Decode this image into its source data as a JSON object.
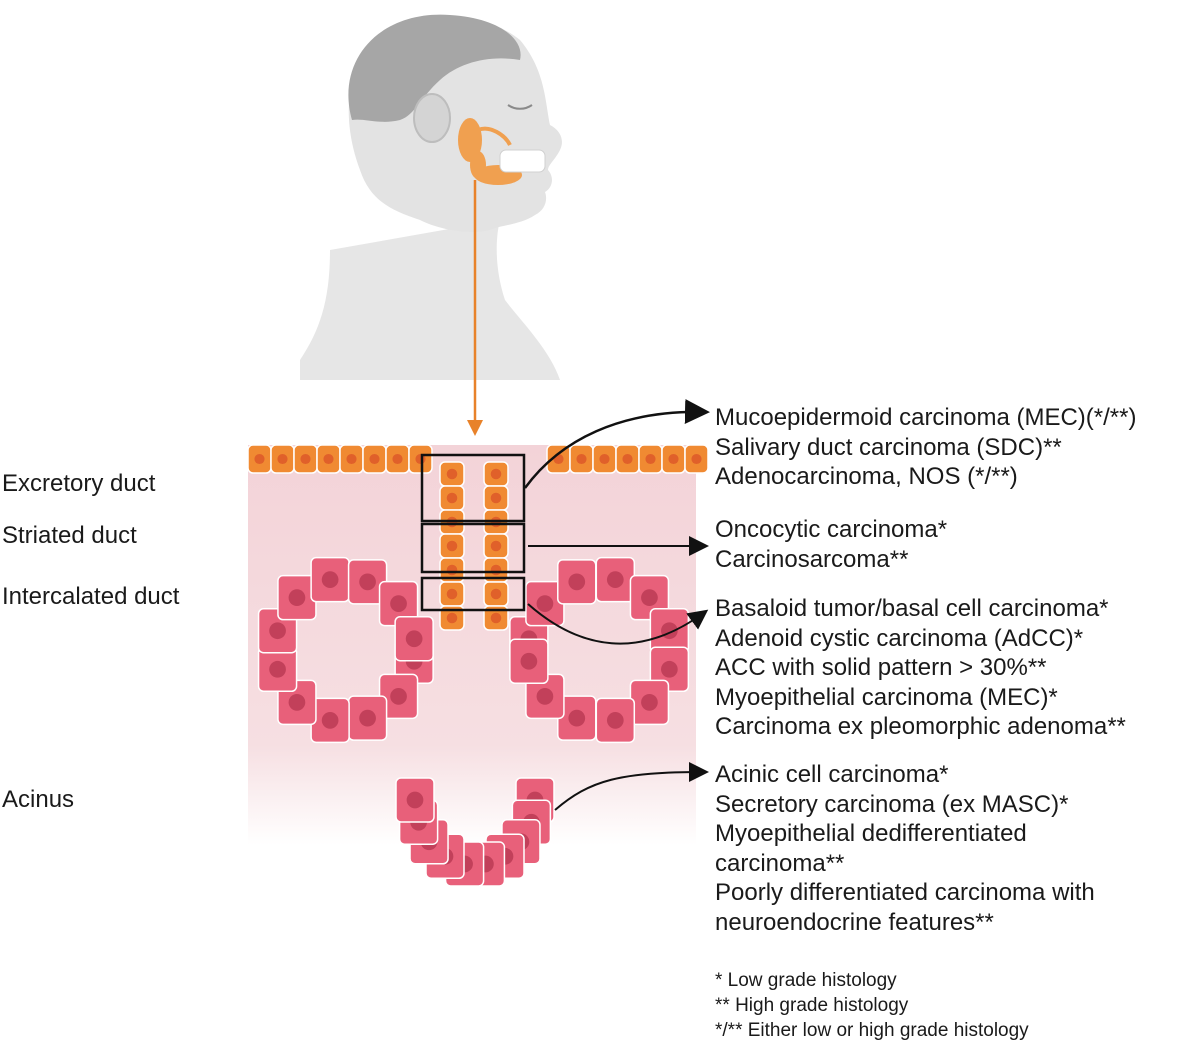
{
  "regions": [
    {
      "label": "Excretory duct",
      "tumors": [
        "Mucoepidermoid carcinoma (MEC)(*/**)",
        "Salivary duct carcinoma (SDC)**",
        "Adenocarcinoma, NOS (*/**)"
      ]
    },
    {
      "label": "Striated duct",
      "tumors": [
        "Oncocytic carcinoma*",
        "Carcinosarcoma**"
      ]
    },
    {
      "label": "Intercalated duct",
      "tumors": [
        "Basaloid tumor/basal cell carcinoma*",
        "Adenoid cystic carcinoma (AdCC)*",
        "ACC with solid pattern > 30%**",
        "Myoepithelial carcinoma (MEC)*",
        "Carcinoma ex pleomorphic adenoma**"
      ]
    },
    {
      "label": "Acinus",
      "tumors": [
        "Acinic cell carcinoma*",
        "Secretory carcinoma (ex MASC)*",
        "Myoepithelial dedifferentiated",
        "carcinoma**",
        "Poorly differentiated carcinoma with",
        "neuroendocrine features**"
      ]
    }
  ],
  "legend": [
    "* Low grade histology",
    "** High grade histology",
    "*/** Either low or high grade histology"
  ],
  "colors": {
    "gland": "#f0a050",
    "duct_cell": "#f08a32",
    "duct_nucleus": "#e0602a",
    "acinar_cell": "#e8607a",
    "acinar_nucleus": "#c2405a",
    "tissue": "#f6d9dc",
    "head": "#e3e3e3",
    "hair": "#a6a6a6",
    "arrow_orange": "#e8822a"
  }
}
